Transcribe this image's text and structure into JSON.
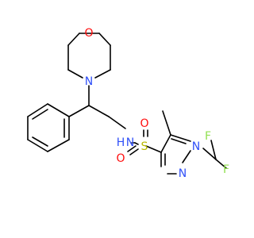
{
  "molecule": {
    "colors": {
      "carbon": "#000000",
      "nitrogen": "#3050F8",
      "oxygen": "#FF0D0D",
      "sulfur": "#B8B800",
      "fluorine": "#90E050",
      "background": "#ffffff"
    },
    "labels": {
      "morpholine_oxygen": "O",
      "morpholine_nitrogen": "N",
      "amide_nitrogen": "N",
      "amide_hydrogen": "H",
      "sulfur": "S",
      "sulfonyl_oxygen_top": "O",
      "sulfonyl_oxygen_bottom": "O",
      "pyrazole_n1": "N",
      "pyrazole_n2": "N",
      "fluorine_top": "F",
      "fluorine_right": "F"
    }
  }
}
